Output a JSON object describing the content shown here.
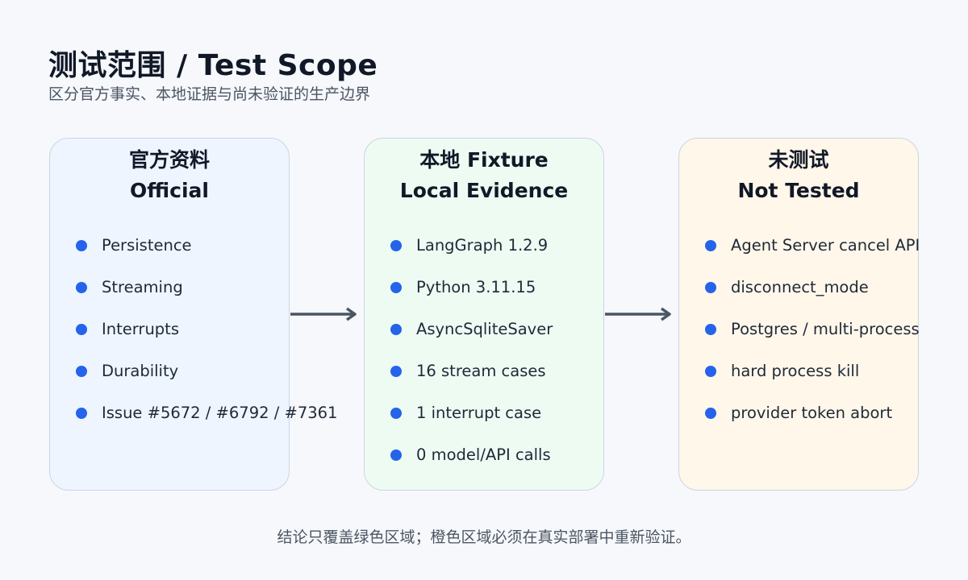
{
  "header": {
    "title": "测试范围 / Test Scope",
    "subtitle": "区分官方事实、本地证据与尚未验证的生产边界"
  },
  "cards": [
    {
      "title_line1": "官方资料",
      "title_line2": "Official",
      "background": "#eef5ff",
      "items": [
        "Persistence",
        "Streaming",
        "Interrupts",
        "Durability",
        "Issue #5672 / #6792 / #7361"
      ]
    },
    {
      "title_line1": "本地 Fixture",
      "title_line2": "Local Evidence",
      "background": "#eefbf3",
      "items": [
        "LangGraph 1.2.9",
        "Python 3.11.15",
        "AsyncSqliteSaver",
        "16 stream cases",
        "1 interrupt case",
        "0 model/API calls"
      ]
    },
    {
      "title_line1": "未测试",
      "title_line2": "Not Tested",
      "background": "#fff7ea",
      "items": [
        "Agent Server cancel API",
        "disconnect_mode",
        "Postgres / multi-process",
        "hard process kill",
        "provider token abort"
      ]
    }
  ],
  "connectors": [
    {
      "from": "官方资料",
      "to": "本地 Fixture",
      "icon": "arrow-right-icon"
    },
    {
      "from": "本地 Fixture",
      "to": "未测试",
      "icon": "arrow-right-icon"
    }
  ],
  "footer": {
    "note": "结论只覆盖绿色区域；橙色区域必须在真实部署中重新验证。"
  },
  "colors": {
    "bullet": "#2563eb",
    "arrow": "#4b5563",
    "card_border": "#cbd5e1"
  }
}
